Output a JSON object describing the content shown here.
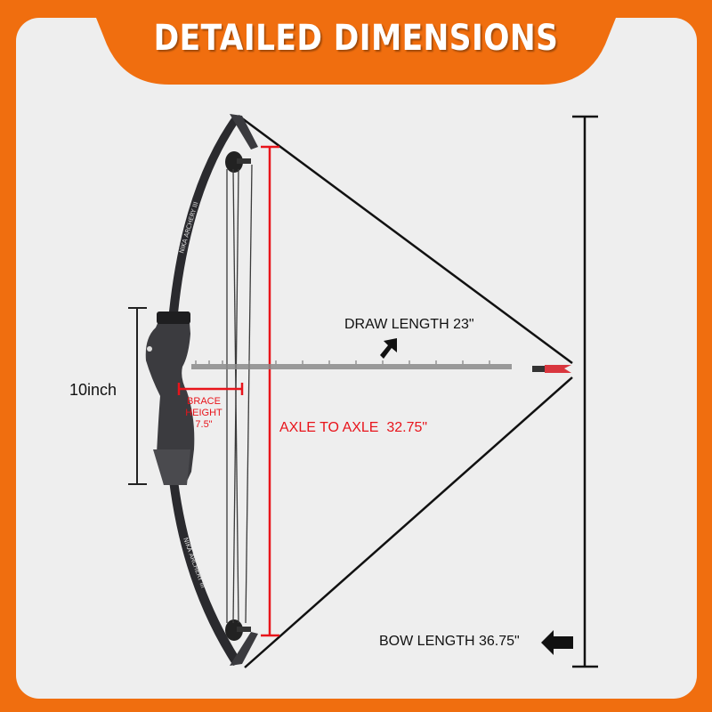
{
  "header": {
    "title": "DETAILED DIMENSIONS"
  },
  "colors": {
    "brand_orange": "#F06E0F",
    "panel_bg": "#EEEEEE",
    "dimension_red": "#E8141B",
    "dimension_black": "#111111"
  },
  "product": {
    "limb_text_top": "NIKA ARCHERY III",
    "limb_text_bottom": "NIKA ARCHERY III"
  },
  "dimensions": {
    "grip_height": "10inch",
    "brace_height_line1": "BRACE",
    "brace_height_line2": "HEIGHT",
    "brace_height_value": "7.5\"",
    "draw_length": "DRAW LENGTH 23\"",
    "axle_to_axle": "AXLE TO AXLE  32.75\"",
    "bow_length": "BOW LENGTH 36.75\""
  }
}
